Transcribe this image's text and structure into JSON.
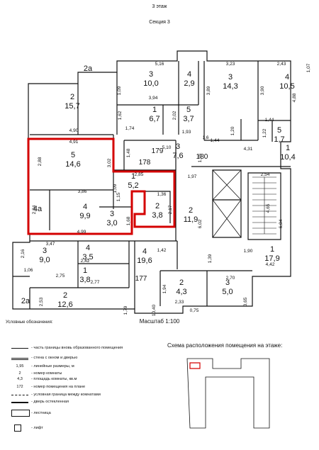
{
  "header": {
    "floor": "3 этаж",
    "section": "Секция 3"
  },
  "scale": "Масштаб 1:100",
  "rooms": [
    {
      "id": "r2a-top",
      "num": "2а",
      "area": ""
    },
    {
      "id": "r2-157",
      "num": "2",
      "area": "15,7"
    },
    {
      "id": "r3-100",
      "num": "3",
      "area": "10,0"
    },
    {
      "id": "r4-29",
      "num": "4",
      "area": "2,9"
    },
    {
      "id": "r1-67",
      "num": "1",
      "area": "6,7"
    },
    {
      "id": "r5-37",
      "num": "5",
      "area": "3,7"
    },
    {
      "id": "r3-143",
      "num": "3",
      "area": "14,3"
    },
    {
      "id": "r4-105",
      "num": "4",
      "area": "10,5"
    },
    {
      "id": "r5-17",
      "num": "5",
      "area": "1,7"
    },
    {
      "id": "r5-146",
      "num": "5",
      "area": "14,6"
    },
    {
      "id": "r3-76",
      "num": "3",
      "area": "7,6"
    },
    {
      "id": "r1-104",
      "num": "1",
      "area": "10,4"
    },
    {
      "id": "r1-52",
      "num": "1",
      "area": "5,2"
    },
    {
      "id": "r4-99",
      "num": "4",
      "area": "9,9"
    },
    {
      "id": "r4a",
      "num": "4а",
      "area": ""
    },
    {
      "id": "r2-38",
      "num": "2",
      "area": "3,8"
    },
    {
      "id": "r3-30",
      "num": "3",
      "area": "3,0"
    },
    {
      "id": "r2-119",
      "num": "2",
      "area": "11,9"
    },
    {
      "id": "r1-179",
      "num": "1",
      "area": "17,9"
    },
    {
      "id": "r3-90",
      "num": "3",
      "area": "9,0"
    },
    {
      "id": "r4-35",
      "num": "4",
      "area": "3,5"
    },
    {
      "id": "r1-38",
      "num": "1",
      "area": "3,8"
    },
    {
      "id": "r4-196",
      "num": "4",
      "area": "19,6"
    },
    {
      "id": "r2-43",
      "num": "2",
      "area": "4,3"
    },
    {
      "id": "r3-50",
      "num": "3",
      "area": "5,0"
    },
    {
      "id": "r2a-bot",
      "num": "2а",
      "area": ""
    },
    {
      "id": "r2-126",
      "num": "2",
      "area": "12,6"
    }
  ],
  "dims": [
    "5,16",
    "3,23",
    "2,43",
    "1,07",
    "1,09",
    "3,94",
    "3,89",
    "3,90",
    "4,88",
    "1,62",
    "1,74",
    "2,02",
    "1,93",
    "1,44",
    "1,20",
    "1,22",
    "1,6",
    "1,44",
    "4,90",
    "4,91",
    "2,88",
    "3,02",
    "1,48",
    "5,10",
    "1,35",
    "4,31",
    "2,85",
    "1,97",
    "2,54",
    "3,86",
    "1,15",
    "1,09",
    "1,36",
    "2,84",
    "2,17",
    "6,02",
    "4,65",
    "6,04",
    "4,99",
    "1,68",
    "3,47",
    "2,16",
    "1,06",
    "2,42",
    "2,75",
    "1,42",
    "1,90",
    "4,42",
    "1,39",
    "2,77",
    "2,70",
    "1,94",
    "2,53",
    "2,33",
    "0,75",
    "1,79",
    "10,40",
    "3,65"
  ],
  "plan_numbers": [
    "178",
    "179",
    "180",
    "177"
  ],
  "legend": {
    "title": "Условные обозначения:",
    "items": [
      {
        "sym": "",
        "text": "- часть границы вновь образованного помещения"
      },
      {
        "sym": "",
        "text": "- стена с окном и дверью"
      },
      {
        "sym": "1,95",
        "text": "- линейные размеры, м"
      },
      {
        "sym": "2",
        "text": "- номер комнаты"
      },
      {
        "sym": "4,3",
        "text": "- площадь комнаты, кв.м"
      },
      {
        "sym": "172",
        "text": "- номер помещения на плане"
      },
      {
        "sym": "",
        "text": "- условная граница между комнатами"
      },
      {
        "sym": "",
        "text": "- дверь остекленная"
      },
      {
        "sym": "",
        "text": "- лестница"
      },
      {
        "sym": "",
        "text": "- лифт"
      }
    ]
  },
  "scheme_title": "Схема расположения помещения на этаже:",
  "colors": {
    "highlight": "#d40000",
    "wall": "#111111",
    "plan_number": "#b01818"
  }
}
